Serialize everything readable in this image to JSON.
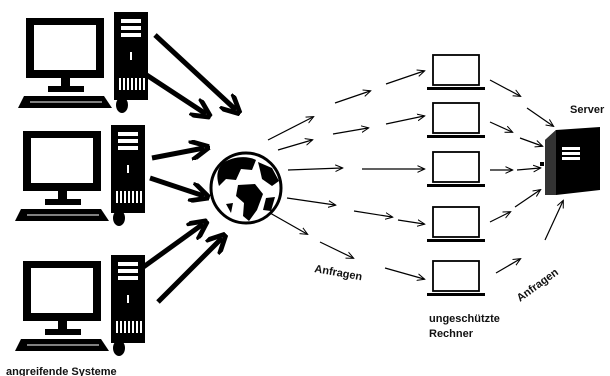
{
  "labels": {
    "attackers": "angreifende Systeme",
    "requests_left": "Anfragen",
    "requests_right": "Anfragen",
    "unprotected_line1": "ungeschützte",
    "unprotected_line2": "Rechner",
    "server": "Server"
  },
  "icons": {
    "attacker": "desktop-computer-icon",
    "internet": "globe-icon",
    "relay": "laptop-icon",
    "target": "server-tower-icon"
  },
  "colors": {
    "ink": "#000000",
    "background": "#ffffff"
  }
}
